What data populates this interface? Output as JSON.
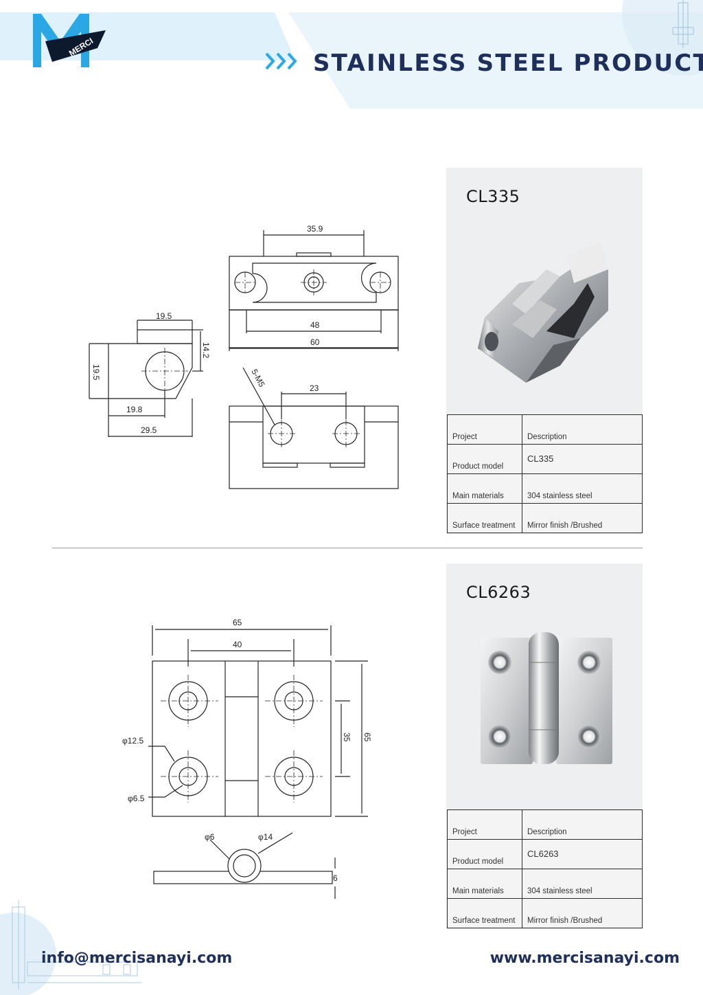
{
  "header": {
    "brand": "MERCI",
    "title": "STAINLESS STEEL PRODUCTS",
    "colors": {
      "navy": "#1e2f5c",
      "logo_blue": "#2aa8e6",
      "band": "#e6f4fb"
    }
  },
  "products": [
    {
      "model": "CL335",
      "drawing": {
        "dims": [
          "35.9",
          "48",
          "60",
          "19.5",
          "14.2",
          "19.5",
          "19.8",
          "29.5",
          "5-M5",
          "23"
        ]
      },
      "spec": [
        {
          "key": "Project",
          "value": "Description"
        },
        {
          "key": "Product model",
          "value": "CL335"
        },
        {
          "key": "Main materials",
          "value": "304 stainless steel"
        },
        {
          "key": "Surface treatment",
          "value": "Mirror finish /Brushed"
        }
      ]
    },
    {
      "model": "CL6263",
      "drawing": {
        "dims": [
          "65",
          "40",
          "φ12.5",
          "φ6.5",
          "35",
          "65",
          "φ6",
          "φ14",
          "6"
        ]
      },
      "spec": [
        {
          "key": "Project",
          "value": "Description"
        },
        {
          "key": "Product model",
          "value": "CL6263"
        },
        {
          "key": "Main materials",
          "value": "304 stainless steel"
        },
        {
          "key": "Surface treatment",
          "value": "Mirror finish /Brushed"
        }
      ]
    }
  ],
  "footer": {
    "email": "info@mercisanayi.com",
    "website": "www.mercisanayi.com"
  }
}
